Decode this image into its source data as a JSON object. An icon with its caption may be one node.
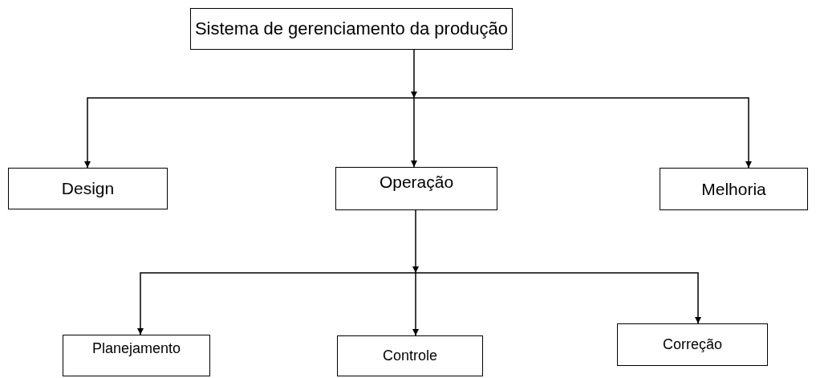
{
  "diagram": {
    "nodes": [
      {
        "text": [
          "Sistema de gerenciamento da produção"
        ]
      },
      {
        "text": [
          "Design"
        ]
      },
      {
        "text": [
          "Operação"
        ]
      },
      {
        "text": [
          "Melhoria"
        ]
      },
      {
        "text": [
          "Planejamento"
        ]
      },
      {
        "text": [
          "Controle"
        ]
      },
      {
        "text": [
          "Correção"
        ]
      }
    ],
    "edges": [
      {
        "from": 0,
        "to": 1,
        "arrow": "to"
      },
      {
        "from": 0,
        "to": 2,
        "arrow": "to"
      },
      {
        "from": 0,
        "to": 3,
        "arrow": "to"
      },
      {
        "from": 2,
        "to": 4,
        "arrow": "to"
      },
      {
        "from": 2,
        "to": 5,
        "arrow": "to"
      },
      {
        "from": 2,
        "to": 6,
        "arrow": "to"
      }
    ]
  }
}
